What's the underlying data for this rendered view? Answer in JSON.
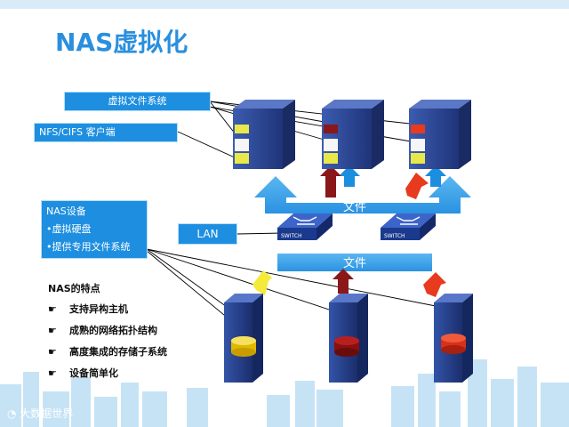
{
  "title": "NAS虚拟化",
  "labels": {
    "vfs": "虚拟文件系统",
    "nfs_client": "NFS/CIFS 客户端",
    "nas_device": "NAS设备",
    "nas_items": [
      "•虚拟硬盘",
      "•提供专用文件系统"
    ],
    "lan": "LAN"
  },
  "bands": {
    "top": "文件",
    "bottom": "文件"
  },
  "switch_label": "SWITCH",
  "features": {
    "title": "NAS的特点",
    "items": [
      "支持异构主机",
      "成熟的网络拓扑结构",
      "高度集成的存储子系统",
      "设备简单化"
    ],
    "bullet_icon": "pointing-hand-icon"
  },
  "watermark": "大数据世界",
  "colors": {
    "title": "#2a8fde",
    "label_bg": "#1e8fe0",
    "band": "#2e9be8",
    "arrow_blue": "#1c8ee0",
    "arrow_red": "#c0201a",
    "arrow_darkred": "#8a1818",
    "arrow_yellow": "#f4ea3a",
    "server_blue": "#27408f",
    "skyline": "#bfe0f5"
  }
}
